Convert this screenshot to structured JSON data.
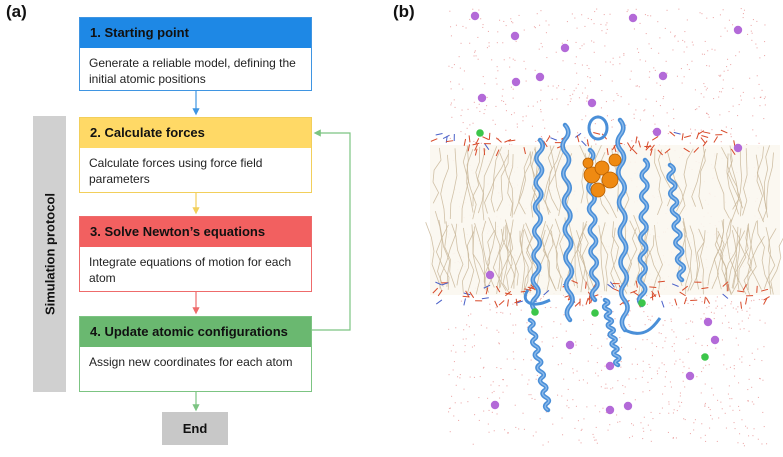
{
  "panels": {
    "a": "(a)",
    "b": "(b)"
  },
  "sidebar": {
    "label": "Simulation protocol"
  },
  "steps": [
    {
      "title": "1. Starting point",
      "body": "Generate a reliable model, defining the initial atomic positions",
      "head_color": "#1e88e5",
      "border_color": "#3f95e2"
    },
    {
      "title": "2. Calculate forces",
      "body": "Calculate forces using force field parameters",
      "head_color": "#ffd966",
      "border_color": "#f2cf5b"
    },
    {
      "title": "3. Solve Newton’s equations",
      "body": "Integrate equations of motion for each atom",
      "head_color": "#f26060",
      "border_color": "#ee6b6b"
    },
    {
      "title": "4. Update atomic configurations",
      "body": "Assign new coordinates for each atom",
      "head_color": "#6ab870",
      "border_color": "#7cc482"
    }
  ],
  "end": {
    "label": "End"
  },
  "figure_b": {
    "description_icons": [
      "water-dots",
      "lipid-tails",
      "protein-helix",
      "ligand-blob",
      "ion-sphere"
    ],
    "colors": {
      "water": "#e07070",
      "lipid": "#c9b79a",
      "headgroup": "#d84a2a",
      "protein": "#4a8fd8",
      "ligand": "#ef8a12",
      "ion_purple": "#b36ad8",
      "ion_green": "#3cc64a"
    }
  }
}
